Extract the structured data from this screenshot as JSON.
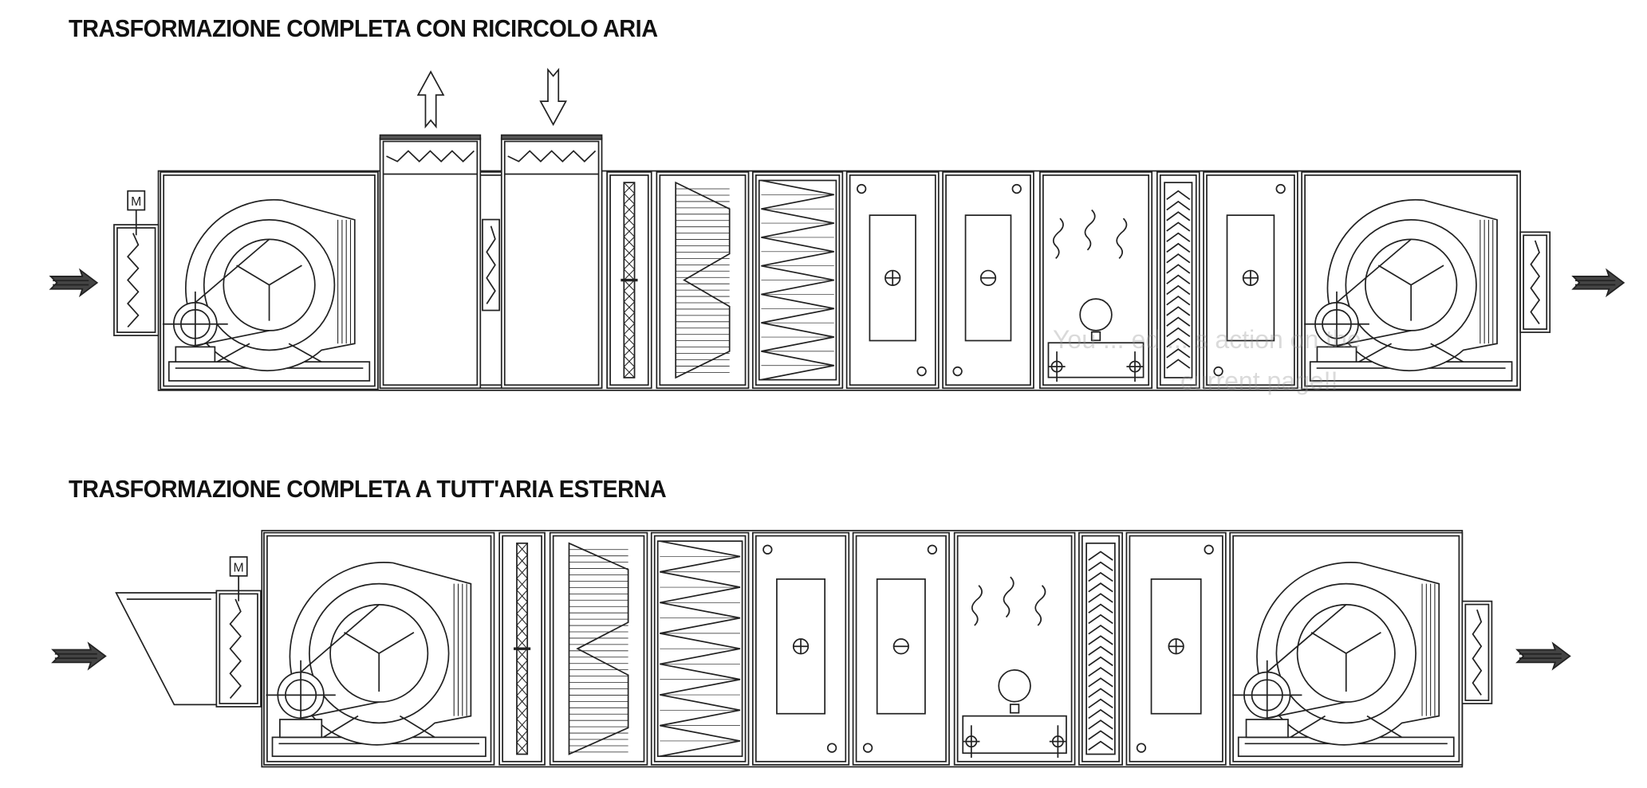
{
  "diagram": {
    "title_recirculation": "TRASFORMAZIONE COMPLETA CON RICIRCOLO ARIA",
    "title_outdoor_air": "TRASFORMAZIONE COMPLETA A TUTT'ARIA ESTERNA",
    "damper_motor_label": "M",
    "watermark_line1": "You ... ed ... s action on the",
    "watermark_line2": "current page!!"
  }
}
